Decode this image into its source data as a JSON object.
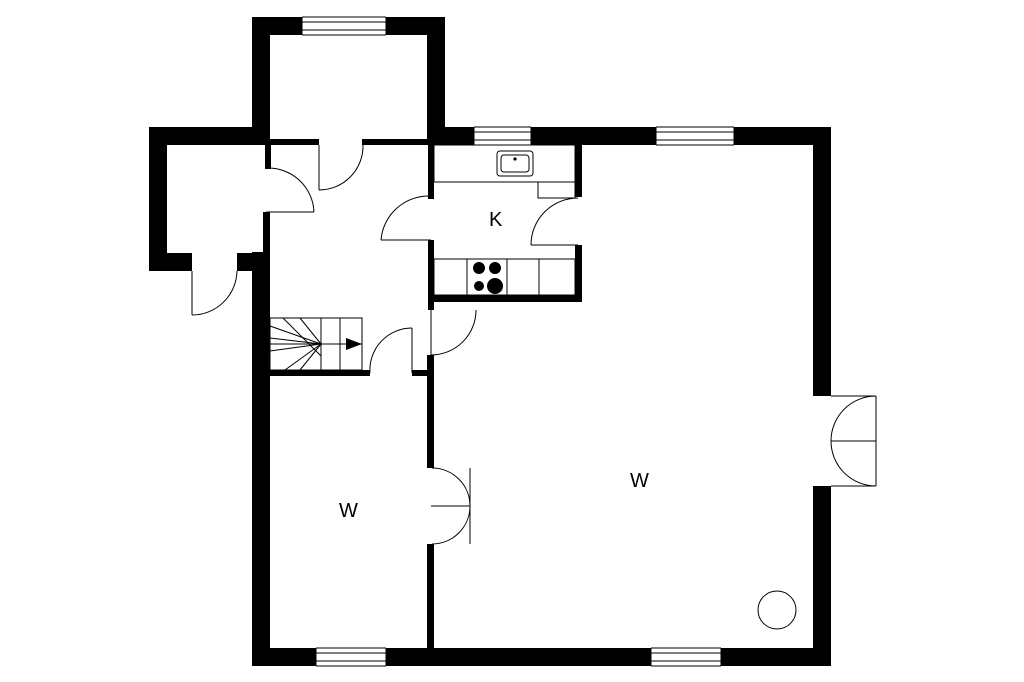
{
  "rooms": [
    {
      "id": "kitchen",
      "label": "K"
    },
    {
      "id": "living",
      "label": "W"
    },
    {
      "id": "bedroom",
      "label": "W"
    }
  ]
}
